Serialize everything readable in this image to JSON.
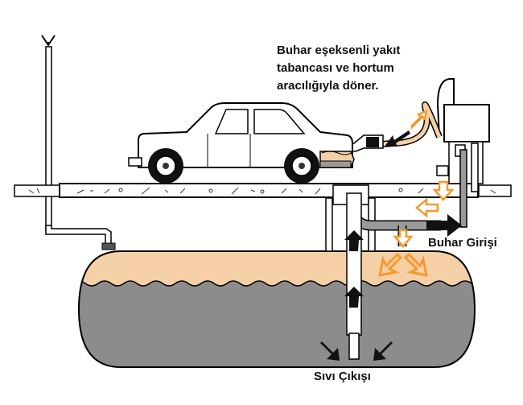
{
  "callout": {
    "line1": "Buhar eşeksenli yakıt",
    "line2": "tabancası ve hortum",
    "line3": "aracılığıyla döner."
  },
  "labels": {
    "vapor_inlet": "Buhar Girişi",
    "liquid_outlet": "Sıvı Çıkışı"
  },
  "colors": {
    "vapor": "#f5cfa6",
    "liquid": "#8c8c8c",
    "vapor_arrow": "#f59a2e",
    "flow_arrow": "#111111",
    "pipe": "#9a9a9a",
    "outline": "#000000"
  }
}
